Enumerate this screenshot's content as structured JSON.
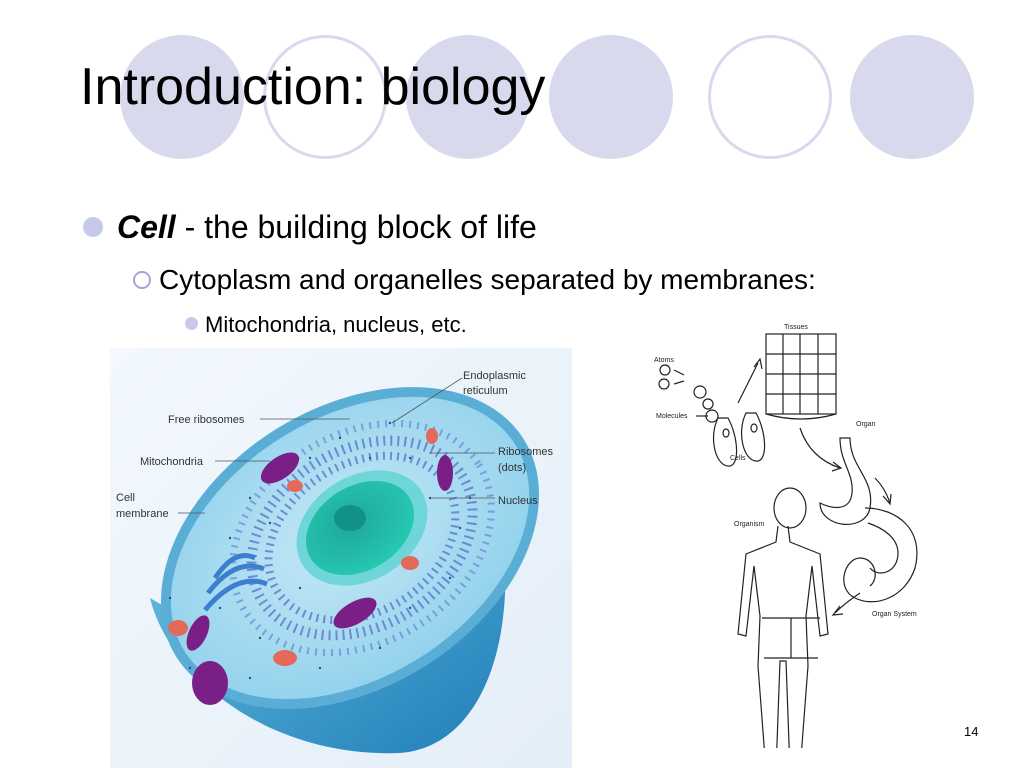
{
  "slide": {
    "title": "Introduction: biology",
    "bullets": {
      "level1": {
        "emphasis": "Cell",
        "rest": " - the building block of life"
      },
      "level2": "Cytoplasm and organelles separated by membranes:",
      "level3": "Mitochondria, nucleus, etc."
    },
    "page_number": "14"
  },
  "cell_diagram": {
    "labels": {
      "endoplasmic_reticulum_1": "Endoplasmic",
      "endoplasmic_reticulum_2": "reticulum",
      "free_ribosomes": "Free ribosomes",
      "mitochondria": "Mitochondria",
      "ribosomes_1": "Ribosomes",
      "ribosomes_2": "(dots)",
      "nucleus": "Nucleus",
      "cell_membrane_1": "Cell",
      "cell_membrane_2": "membrane"
    }
  },
  "organization_diagram": {
    "labels": {
      "atoms": "Atoms",
      "molecules": "Molecules",
      "cells": "Cells",
      "tissues": "Tissues",
      "organ": "Organ",
      "organism": "Organism",
      "organ_system": "Organ System"
    }
  },
  "colors": {
    "accent_fill": "#d9d9ee",
    "bullet": "#c7c9ea",
    "cell_blue": "#5aaed6",
    "cytoplasm": "#a8dcef",
    "nucleus": "#1fb5a3",
    "mitochondria": "#7a1f86"
  }
}
